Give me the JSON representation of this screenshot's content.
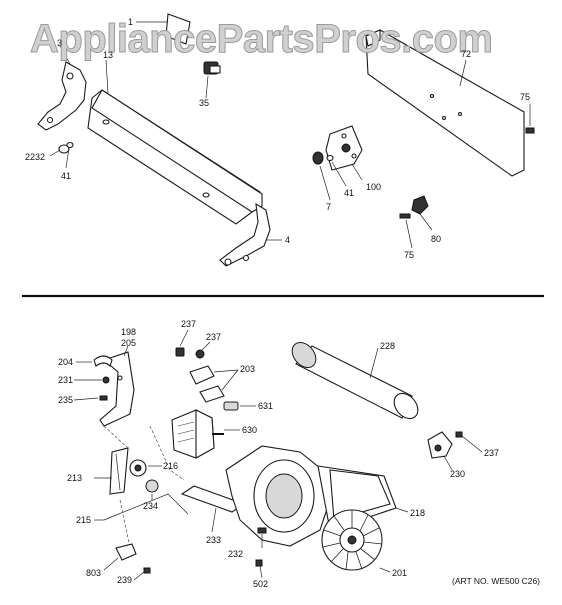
{
  "watermark": "AppliancePartsPros.com",
  "art_number": "(ART NO. WE500 C26)",
  "callouts": {
    "c1": "1",
    "c3": "3",
    "c13": "13",
    "c35": "35",
    "c2232": "2232",
    "c41a": "41",
    "c4": "4",
    "c72": "72",
    "c75a": "75",
    "c7": "7",
    "c41b": "41",
    "c100": "100",
    "c75b": "75",
    "c80": "80",
    "c198": "198",
    "c205": "205",
    "c204": "204",
    "c231": "231",
    "c235": "235",
    "c237a": "237",
    "c237b": "237",
    "c203": "203",
    "c631": "631",
    "c630": "630",
    "c228": "228",
    "c237c": "237",
    "c230": "230",
    "c213": "213",
    "c216": "216",
    "c234": "234",
    "c215": "215",
    "c233": "233",
    "c232": "232",
    "c218": "218",
    "c803": "803",
    "c239": "239",
    "c502": "502",
    "c201": "201"
  },
  "icons": {
    "backsplash": "control-panel-backsplash",
    "rear_panel": "rear-panel",
    "drum_duct": "exhaust-duct",
    "blower": "blower-wheel",
    "motor": "drive-motor"
  }
}
